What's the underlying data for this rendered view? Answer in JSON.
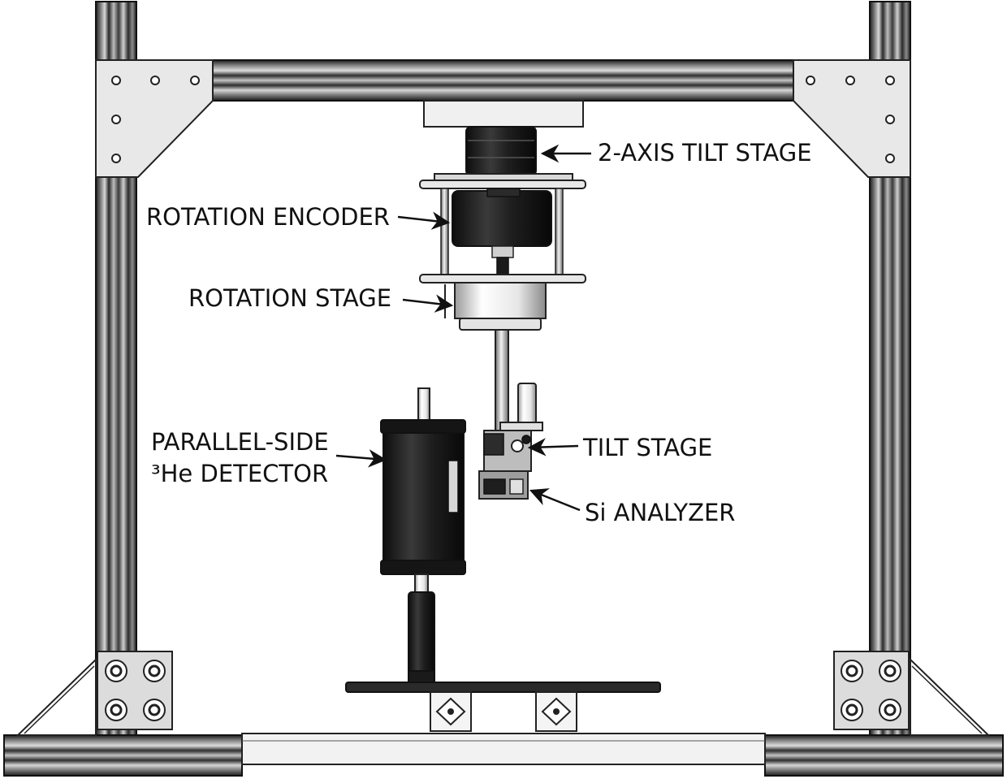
{
  "labels": {
    "tilt2": "2-AXIS TILT STAGE",
    "encoder": "ROTATION ENCODER",
    "rotation": "ROTATION STAGE",
    "detector_line1": "PARALLEL-SIDE",
    "detector_line2": "³He DETECTOR",
    "tilt": "TILT STAGE",
    "analyzer": "Si ANALYZER"
  }
}
